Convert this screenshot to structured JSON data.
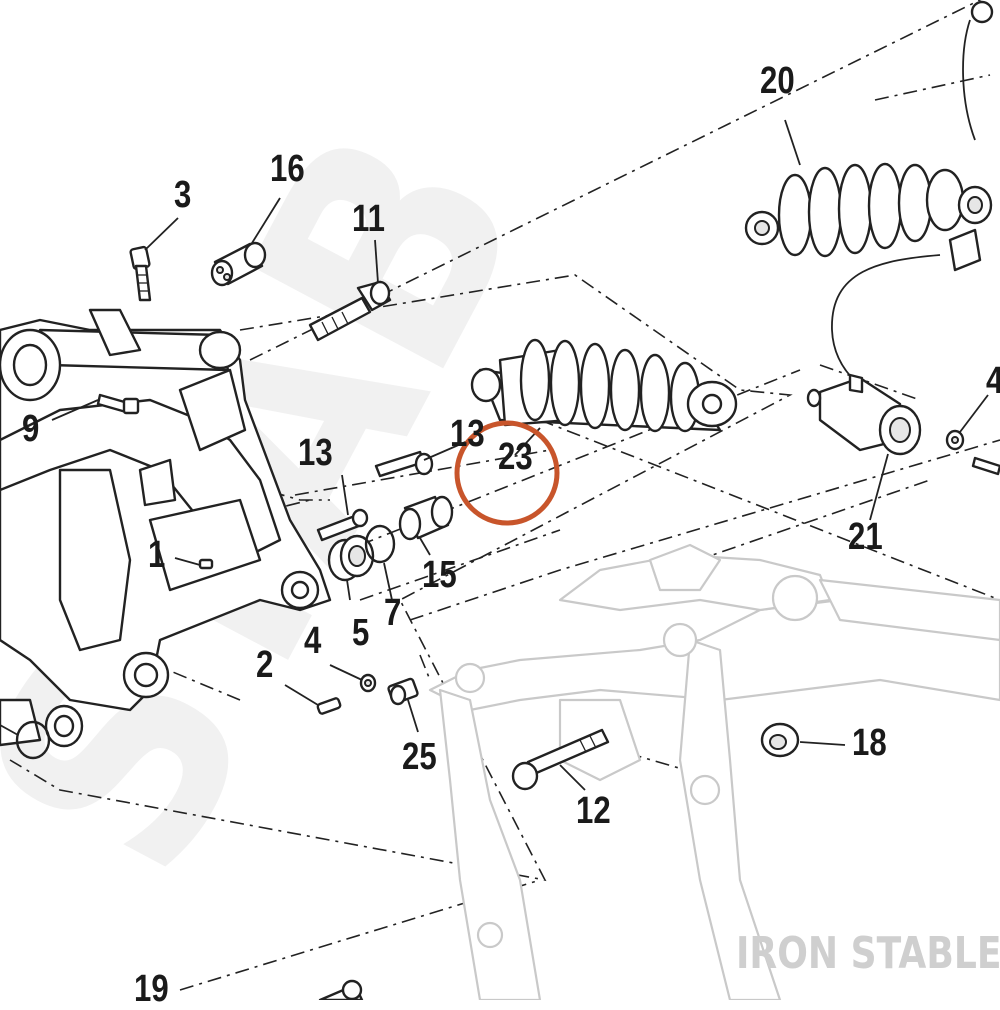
{
  "watermark_bg": "STAB",
  "watermark_brand": "IRON STABLE",
  "highlight_color": "#c8552b",
  "callouts": [
    {
      "id": "c1",
      "label": "1"
    },
    {
      "id": "c2",
      "label": "2"
    },
    {
      "id": "c3",
      "label": "3"
    },
    {
      "id": "c4a",
      "label": "4"
    },
    {
      "id": "c4b",
      "label": "4"
    },
    {
      "id": "c5",
      "label": "5"
    },
    {
      "id": "c7",
      "label": "7"
    },
    {
      "id": "c9",
      "label": "9"
    },
    {
      "id": "c11",
      "label": "11"
    },
    {
      "id": "c12",
      "label": "12"
    },
    {
      "id": "c13a",
      "label": "13"
    },
    {
      "id": "c13b",
      "label": "13"
    },
    {
      "id": "c15",
      "label": "15"
    },
    {
      "id": "c16",
      "label": "16"
    },
    {
      "id": "c18",
      "label": "18"
    },
    {
      "id": "c19",
      "label": "19"
    },
    {
      "id": "c20",
      "label": "20"
    },
    {
      "id": "c21",
      "label": "21"
    },
    {
      "id": "c23",
      "label": "23"
    },
    {
      "id": "c25",
      "label": "25"
    }
  ]
}
